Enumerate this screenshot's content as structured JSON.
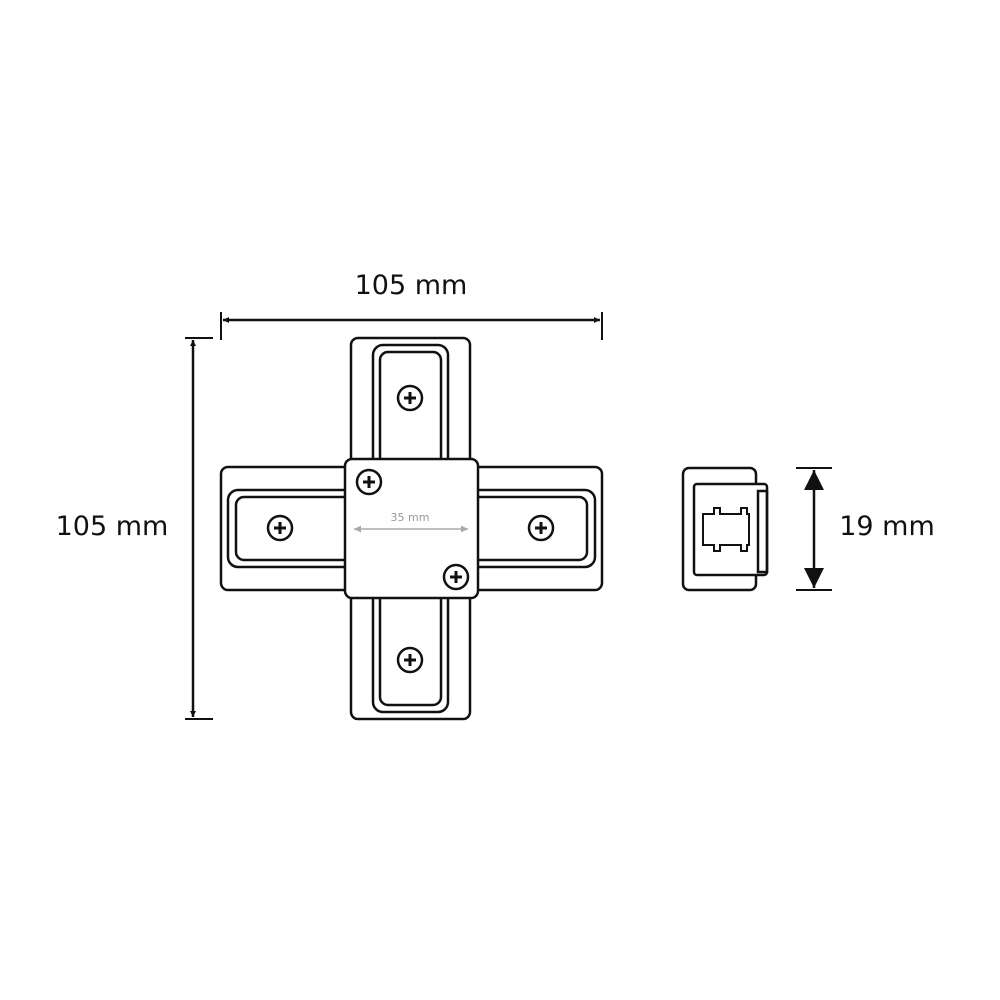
{
  "dimensions": {
    "width_label": "105 mm",
    "height_label": "105 mm",
    "center_label": "35 mm",
    "side_height_label": "19 mm"
  },
  "colors": {
    "line": "#111111",
    "inner_dimension": "#999999",
    "background": "#ffffff"
  }
}
